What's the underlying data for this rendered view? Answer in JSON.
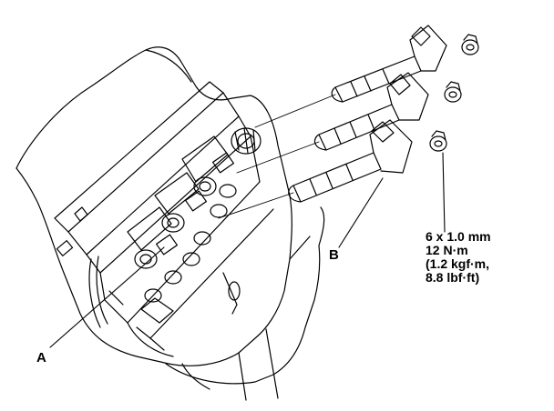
{
  "labels": {
    "a": "A",
    "b": "B"
  },
  "torque_spec": {
    "lines": [
      "6 x 1.0 mm",
      "12 N·m",
      "(1.2 kgf·m,",
      "8.8 lbf·ft)"
    ]
  },
  "colors": {
    "line": "#000000",
    "background": "#ffffff"
  }
}
